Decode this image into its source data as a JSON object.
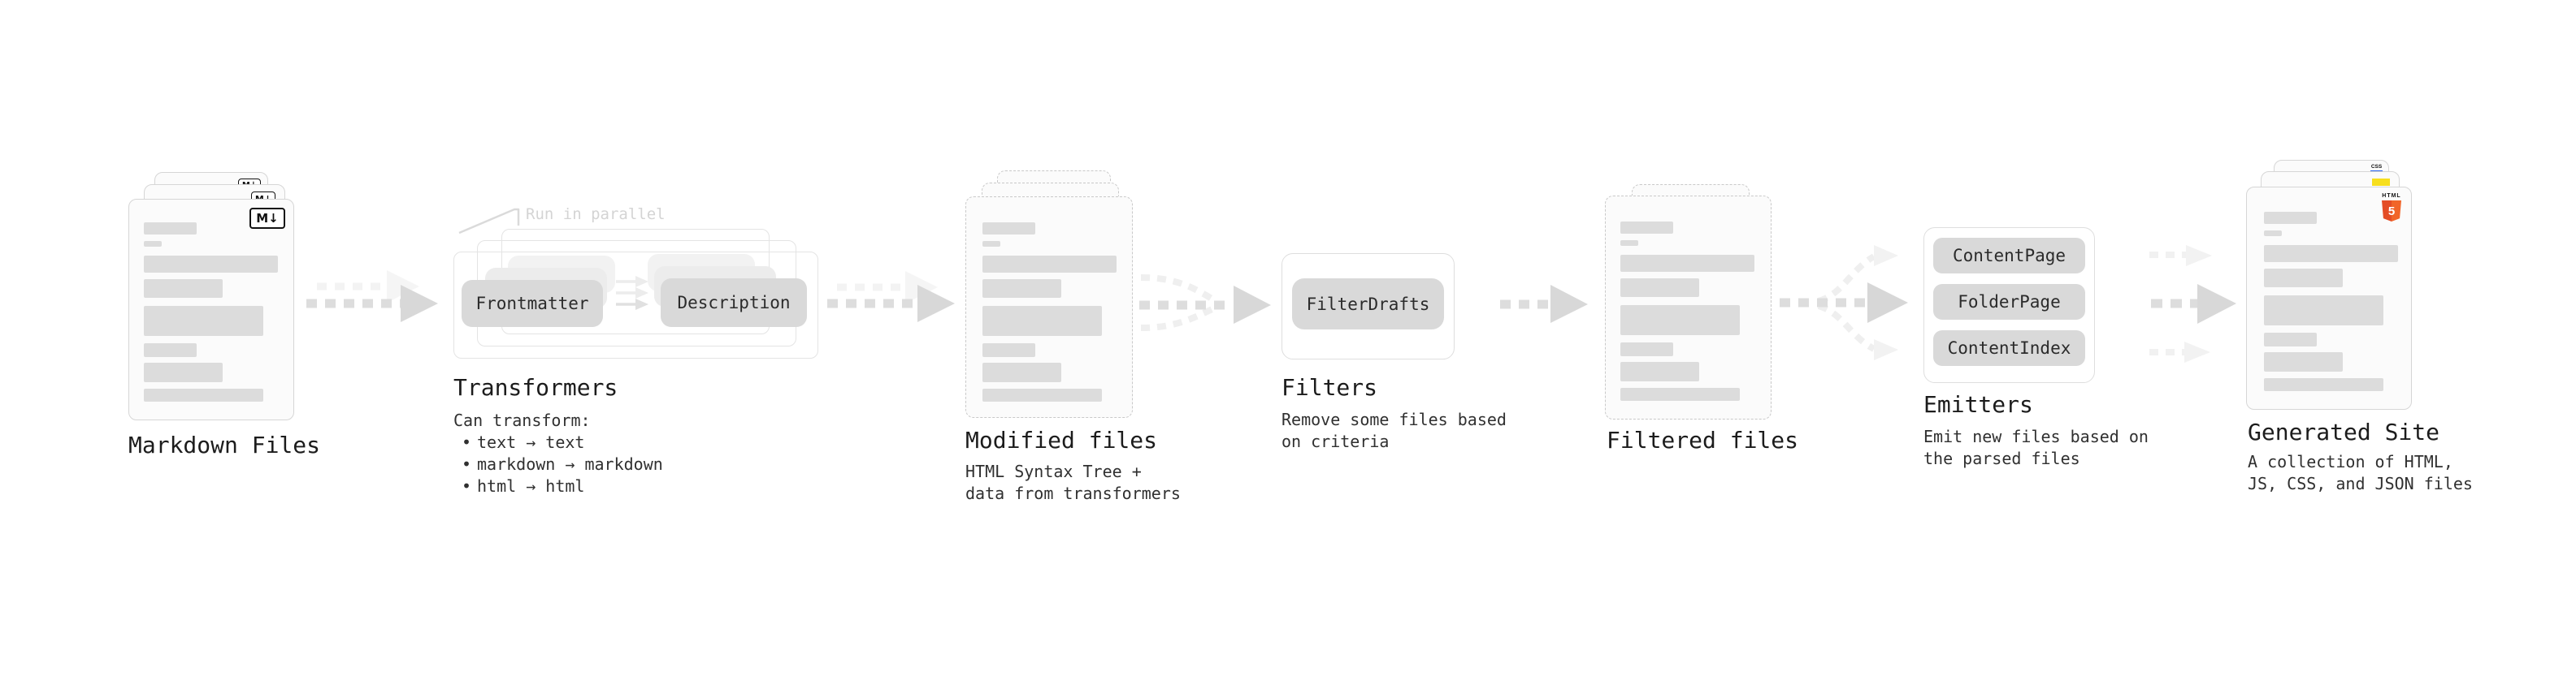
{
  "diagram": {
    "bullet_char": "•",
    "nodes": {
      "markdown_files": {
        "title": "Markdown Files",
        "badge": "M↓"
      },
      "transformers": {
        "title": "Transformers",
        "annotation": "Run in parallel",
        "pill_left": "Frontmatter",
        "pill_right": "Description",
        "body_heading": "Can transform:",
        "bullets": [
          "text → text",
          "markdown → markdown",
          "html → html"
        ]
      },
      "modified_files": {
        "title": "Modified files",
        "subtitle_lines": [
          "HTML Syntax Tree +",
          "data from transformers"
        ]
      },
      "filters": {
        "title": "Filters",
        "pill": "FilterDrafts",
        "subtitle_lines": [
          "Remove some files based",
          "on criteria"
        ]
      },
      "filtered_files": {
        "title": "Filtered files"
      },
      "emitters": {
        "title": "Emitters",
        "pills": [
          "ContentPage",
          "FolderPage",
          "ContentIndex"
        ],
        "subtitle_lines": [
          "Emit new files based on",
          "the parsed files"
        ]
      },
      "generated_site": {
        "title": "Generated Site",
        "subtitle_lines": [
          "A collection of HTML,",
          "JS, CSS, and JSON files"
        ],
        "icons": {
          "html5_text": "HTML",
          "html5_number": "5",
          "css_text": "CSS"
        }
      }
    },
    "colors": {
      "markdown_ink": "#111111",
      "html5_orange": "#e44d26",
      "html5_orange_light": "#f16529",
      "js_yellow": "#f7df1e",
      "css_blue": "#2965f1"
    }
  }
}
